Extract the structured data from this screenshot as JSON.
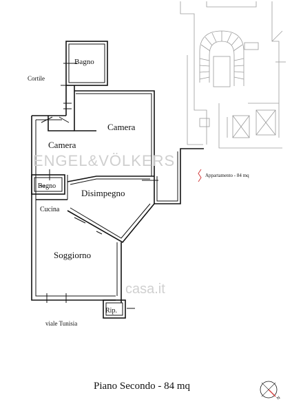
{
  "plan": {
    "rooms": {
      "bagno_top": "Bagno",
      "cortile": "Cortile",
      "camera_right": "Camera",
      "camera_left": "Camera",
      "bagno_small": "Bagno",
      "disimpegno": "Disimpegno",
      "cucina": "Cucina",
      "soggiorno": "Soggiorno",
      "ripostiglio": "Rip."
    },
    "street": "viale Tunisia",
    "apartment_note": "Appartamento - 84 mq",
    "title": "Piano Secondo - 84 mq",
    "watermarks": {
      "brand": "ENGEL&VÖLKERS",
      "portal": "casa.it"
    },
    "compass_label": "N"
  }
}
